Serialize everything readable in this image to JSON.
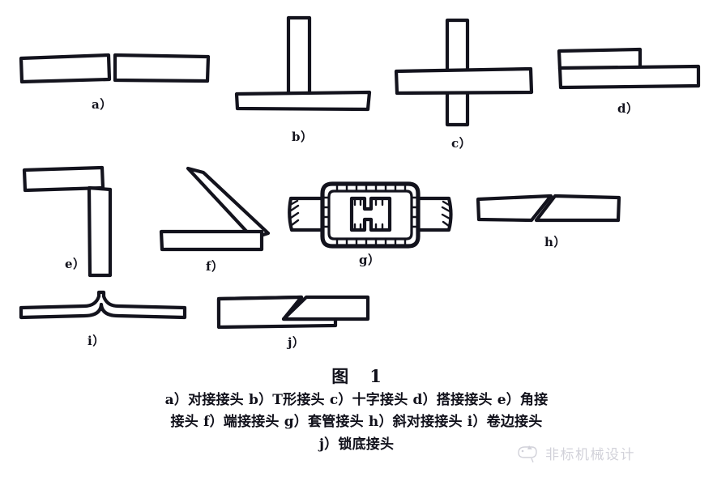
{
  "figure": {
    "title_word": "图",
    "title_number": "1",
    "caption_lines": [
      "a）对接接头  b）T形接头  c）十字接头  d）搭接接头  e）角接",
      "接头  f）端接接头  g）套管接头  h）斜对接接头  i）卷边接头",
      "j）锁底接头"
    ]
  },
  "panels": [
    {
      "id": "a",
      "label": "a）",
      "name": "butt-joint",
      "caption_term": "对接接头",
      "description": "两块等厚平板端面相对平接"
    },
    {
      "id": "b",
      "label": "b）",
      "name": "tee-joint",
      "caption_term": "T形接头",
      "description": "竖板垂直立于水平底板之上成T形"
    },
    {
      "id": "c",
      "label": "c）",
      "name": "cruciform-joint",
      "caption_term": "十字接头",
      "description": "上下两块竖板与一块水平板组成十字"
    },
    {
      "id": "d",
      "label": "d）",
      "name": "lap-joint",
      "caption_term": "搭接接头",
      "description": "两板部分重叠搭接"
    },
    {
      "id": "e",
      "label": "e）",
      "name": "corner-joint",
      "caption_term": "角接接头",
      "description": "两板互成直角组成L形角接"
    },
    {
      "id": "f",
      "label": "f）",
      "name": "edge-joint",
      "caption_term": "端接接头",
      "description": "斜置板端部搭在水平板端部"
    },
    {
      "id": "g",
      "label": "g）",
      "name": "sleeve-joint",
      "caption_term": "套管接头",
      "description": "两根管子插入套管内连接"
    },
    {
      "id": "h",
      "label": "h）",
      "name": "scarf-butt-joint",
      "caption_term": "斜对接接头",
      "description": "两板端面斜切后对接"
    },
    {
      "id": "i",
      "label": "i）",
      "name": "flanged-edge-joint",
      "caption_term": "卷边接头",
      "description": "两薄板中部卷边向上翻起对接"
    },
    {
      "id": "j",
      "label": "j）",
      "name": "lock-bottom-joint",
      "caption_term": "锁底接头",
      "description": "一板带V形折口锁住另一板底部"
    }
  ],
  "watermark": {
    "text": "非标机械设计",
    "logo_name": "brand-logo"
  },
  "colors": {
    "ink": "#13131d",
    "paper": "#ffffff",
    "watermark": "#6a6a84"
  }
}
